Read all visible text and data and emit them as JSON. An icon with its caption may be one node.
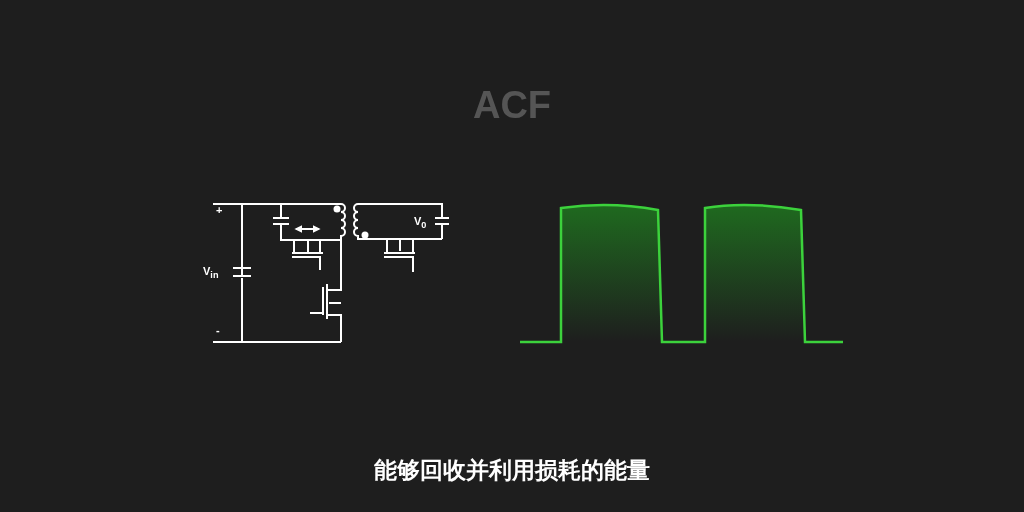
{
  "diagram": {
    "title": "ACF",
    "caption": "能够回收并利用损耗的能量",
    "labels": [
      "+",
      "V$_{in}$",
      "-",
      "V$_{0}$"
    ]
  }
}
